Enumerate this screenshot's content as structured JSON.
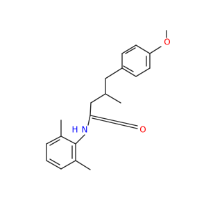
{
  "molecule": {
    "atom_labels": {
      "oxygen_methoxy": "O",
      "oxygen_carbonyl": "O",
      "nitrogen_amide": "N",
      "hydrogen_amide": "H"
    },
    "colors": {
      "bond": "#2b2b2b",
      "oxygen": "#ff0000",
      "nitrogen": "#0000ff",
      "background": "#ffffff"
    }
  }
}
